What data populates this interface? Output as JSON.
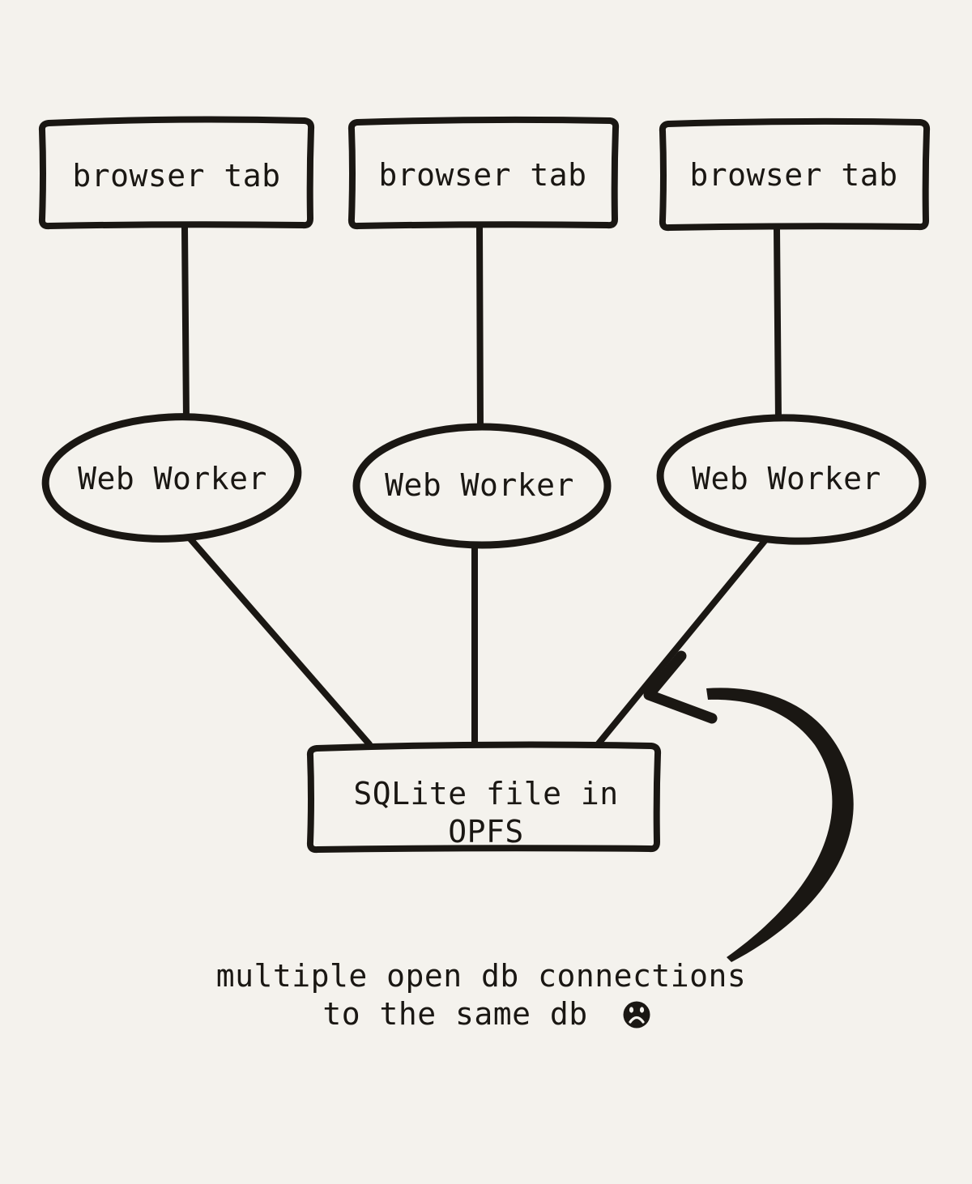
{
  "colors": {
    "background": "#f4f2ed",
    "ink": "#1a1713"
  },
  "diagram": {
    "browser_tabs": [
      {
        "label": "browser tab"
      },
      {
        "label": "browser tab"
      },
      {
        "label": "browser tab"
      }
    ],
    "web_workers": [
      {
        "label": "Web Worker"
      },
      {
        "label": "Web Worker"
      },
      {
        "label": "Web Worker"
      }
    ],
    "sqlite_node": {
      "line1": "SQLite file in",
      "line2": "OPFS"
    },
    "caption": {
      "line1": "multiple open db connections",
      "line2": "to the same db",
      "icon": "sad-face-icon"
    }
  }
}
